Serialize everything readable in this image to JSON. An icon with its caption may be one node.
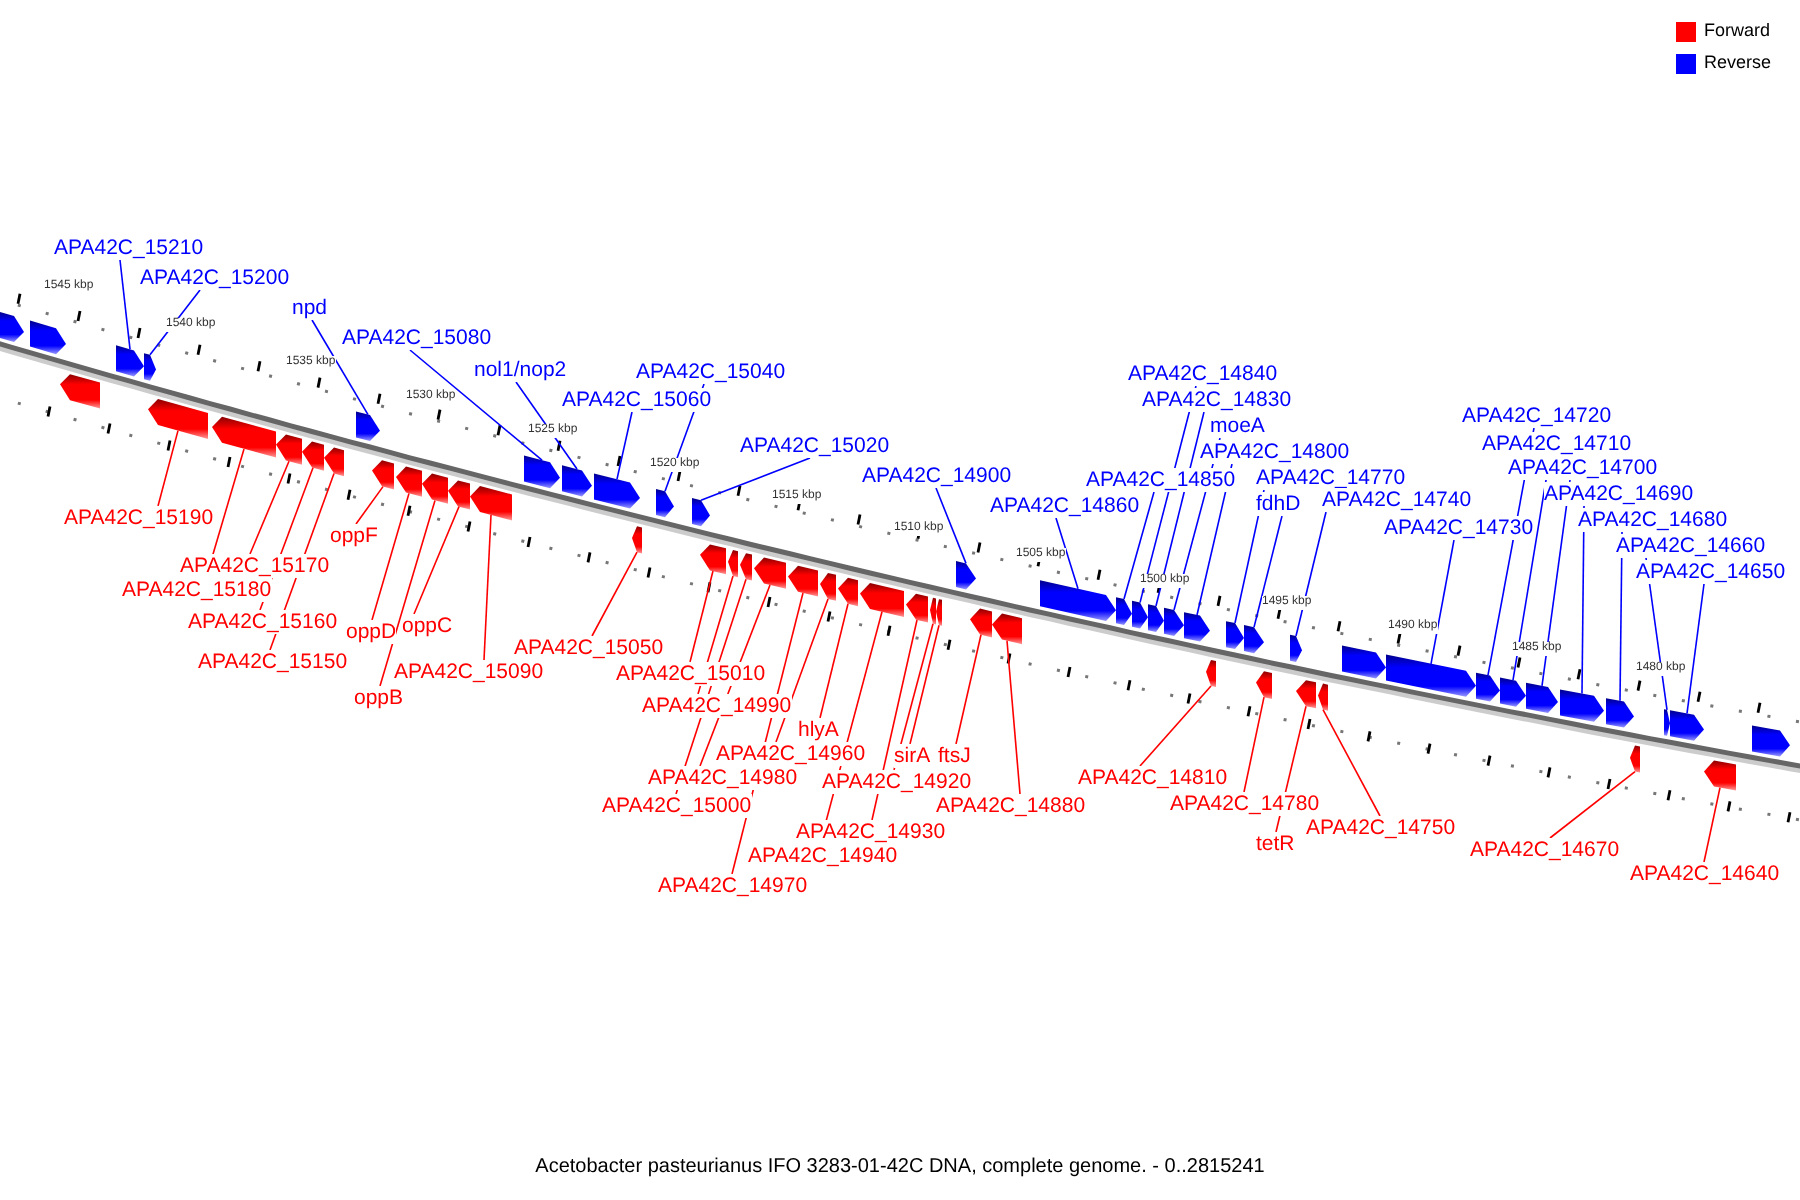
{
  "diagram": {
    "caption": "Acetobacter pasteurianus IFO 3283-01-42C DNA, complete genome. - 0..2815241",
    "nodes": [
      {
        "text": [
          "APA42C_15210"
        ]
      },
      {
        "text": [
          "APA42C_15200"
        ]
      },
      {
        "text": [
          "npd"
        ]
      },
      {
        "text": [
          "APA42C_15080"
        ]
      },
      {
        "text": [
          "nol1/nop2"
        ]
      },
      {
        "text": [
          "APA42C_15060"
        ]
      },
      {
        "text": [
          "APA42C_15040"
        ]
      },
      {
        "text": [
          "APA42C_15020"
        ]
      },
      {
        "text": [
          "APA42C_14900"
        ]
      },
      {
        "text": [
          "APA42C_14860"
        ]
      },
      {
        "text": [
          "APA42C_14840"
        ]
      },
      {
        "text": [
          "APA42C_14830"
        ]
      },
      {
        "text": [
          "moeA"
        ]
      },
      {
        "text": [
          "APA42C_14800"
        ]
      },
      {
        "text": [
          "APA42C_14850"
        ]
      },
      {
        "text": [
          "APA42C_14770"
        ]
      },
      {
        "text": [
          "fdhD"
        ]
      },
      {
        "text": [
          "APA42C_14740"
        ]
      },
      {
        "text": [
          "APA42C_14730"
        ]
      },
      {
        "text": [
          "APA42C_14720"
        ]
      },
      {
        "text": [
          "APA42C_14710"
        ]
      },
      {
        "text": [
          "APA42C_14700"
        ]
      },
      {
        "text": [
          "APA42C_14690"
        ]
      },
      {
        "text": [
          "APA42C_14680"
        ]
      },
      {
        "text": [
          "APA42C_14660"
        ]
      },
      {
        "text": [
          "APA42C_14650"
        ]
      },
      {
        "text": [
          "APA42C_15190"
        ]
      },
      {
        "text": [
          "APA42C_15170"
        ]
      },
      {
        "text": [
          "APA42C_15180"
        ]
      },
      {
        "text": [
          "APA42C_15160"
        ]
      },
      {
        "text": [
          "APA42C_15150"
        ]
      },
      {
        "text": [
          "oppF"
        ]
      },
      {
        "text": [
          "oppD"
        ]
      },
      {
        "text": [
          "oppB"
        ]
      },
      {
        "text": [
          "oppC"
        ]
      },
      {
        "text": [
          "APA42C_15090"
        ]
      },
      {
        "text": [
          "APA42C_15050"
        ]
      },
      {
        "text": [
          "APA42C_15010"
        ]
      },
      {
        "text": [
          "APA42C_14990"
        ]
      },
      {
        "text": [
          "APA42C_14980"
        ]
      },
      {
        "text": [
          "APA42C_15000"
        ]
      },
      {
        "text": [
          "APA42C_14970"
        ]
      },
      {
        "text": [
          "APA42C_14960"
        ]
      },
      {
        "text": [
          "hlyA"
        ]
      },
      {
        "text": [
          "APA42C_14940"
        ]
      },
      {
        "text": [
          "APA42C_14930"
        ]
      },
      {
        "text": [
          "APA42C_14920"
        ]
      },
      {
        "text": [
          "sirA"
        ]
      },
      {
        "text": [
          "ftsJ"
        ]
      },
      {
        "text": [
          "APA42C_14880"
        ]
      },
      {
        "text": [
          "APA42C_14810"
        ]
      },
      {
        "text": [
          "APA42C_14780"
        ]
      },
      {
        "text": [
          "tetR"
        ]
      },
      {
        "text": [
          "APA42C_14750"
        ]
      },
      {
        "text": [
          "APA42C_14670"
        ]
      },
      {
        "text": [
          "APA42C_14640"
        ]
      },
      {
        "text": [],
        "shape": "pentagon"
      },
      {
        "text": [],
        "shape": "pentagon"
      },
      {
        "text": [],
        "shape": "pentagon"
      },
      {
        "text": [],
        "shape": "pentagon"
      },
      {
        "text": [],
        "shape": "pentagon"
      },
      {
        "text": [],
        "shape": "pentagon"
      },
      {
        "text": [],
        "shape": "pentagon"
      },
      {
        "text": [],
        "shape": "pentagon"
      },
      {
        "text": [],
        "shape": "pentagon"
      },
      {
        "text": [],
        "shape": "pentagon"
      },
      {
        "text": [],
        "shape": "pentagon"
      },
      {
        "text": [],
        "shape": "pentagon"
      },
      {
        "text": [],
        "shape": "pentagon"
      },
      {
        "text": [],
        "shape": "pentagon"
      },
      {
        "text": [],
        "shape": "pentagon"
      },
      {
        "text": [],
        "shape": "pentagon"
      },
      {
        "text": [],
        "shape": "pentagon"
      },
      {
        "text": [],
        "shape": "pentagon"
      },
      {
        "text": [],
        "shape": "pentagon"
      },
      {
        "text": [],
        "shape": "pentagon"
      },
      {
        "text": [],
        "shape": "pentagon"
      },
      {
        "text": [],
        "shape": "pentagon"
      },
      {
        "text": [],
        "shape": "pentagon"
      },
      {
        "text": [],
        "shape": "pentagon"
      },
      {
        "text": [],
        "shape": "pentagon"
      },
      {
        "text": [],
        "shape": "pentagon"
      },
      {
        "text": [],
        "shape": "pentagon"
      },
      {
        "text": [],
        "shape": "pentagon"
      },
      {
        "text": [],
        "shape": "pentagon"
      },
      {
        "text": [],
        "shape": "pentagon"
      },
      {
        "text": [],
        "shape": "pentagon"
      },
      {
        "text": [],
        "shape": "pentagon"
      },
      {
        "text": [],
        "shape": "pentagon"
      },
      {
        "text": [],
        "shape": "pentagon"
      },
      {
        "text": [],
        "shape": "pentagon"
      },
      {
        "text": [],
        "shape": "pentagon"
      },
      {
        "text": [],
        "shape": "pentagon"
      },
      {
        "text": [],
        "shape": "pentagon"
      },
      {
        "text": [],
        "shape": "pentagon"
      },
      {
        "text": [],
        "shape": "pentagon"
      },
      {
        "text": [],
        "shape": "pentagon"
      },
      {
        "text": [],
        "shape": "pentagon"
      },
      {
        "text": [],
        "shape": "pentagon"
      },
      {
        "text": [],
        "shape": "pentagon"
      },
      {
        "text": [],
        "shape": "pentagon"
      },
      {
        "text": [],
        "shape": "pentagon"
      },
      {
        "text": [],
        "shape": "pentagon"
      },
      {
        "text": [],
        "shape": "pentagon"
      },
      {
        "text": [],
        "shape": "pentagon"
      },
      {
        "text": [],
        "shape": "pentagon"
      },
      {
        "text": [],
        "shape": "pentagon"
      },
      {
        "text": [],
        "shape": "pentagon"
      },
      {
        "text": [],
        "shape": "pentagon"
      },
      {
        "text": [],
        "shape": "pentagon"
      },
      {
        "text": [],
        "shape": "pentagon"
      },
      {
        "text": [],
        "shape": "pentagon"
      },
      {
        "text": [],
        "shape": "pentagon"
      },
      {
        "text": [],
        "shape": "pentagon"
      },
      {
        "text": [],
        "shape": "pentagon"
      },
      {
        "text": [],
        "shape": "pentagon"
      },
      {
        "text": [],
        "shape": "pentagon"
      }
    ],
    "edges": [
      {
        "from": 0,
        "to": 59,
        "arrow": "none",
        "color": "#0000ff"
      },
      {
        "from": 1,
        "to": 60,
        "arrow": "none",
        "color": "#0000ff"
      },
      {
        "from": 2,
        "to": 66,
        "arrow": "none",
        "color": "#0000ff"
      },
      {
        "from": 3,
        "to": 72,
        "arrow": "none",
        "color": "#0000ff"
      },
      {
        "from": 4,
        "to": 73,
        "arrow": "none",
        "color": "#0000ff"
      },
      {
        "from": 5,
        "to": 74,
        "arrow": "none",
        "color": "#0000ff"
      },
      {
        "from": 6,
        "to": 76,
        "arrow": "none",
        "color": "#0000ff"
      },
      {
        "from": 7,
        "to": 77,
        "arrow": "none",
        "color": "#0000ff"
      },
      {
        "from": 8,
        "to": 89,
        "arrow": "none",
        "color": "#0000ff"
      },
      {
        "from": 9,
        "to": 92,
        "arrow": "none",
        "color": "#0000ff"
      },
      {
        "from": 10,
        "to": 94,
        "arrow": "none",
        "color": "#0000ff"
      },
      {
        "from": 11,
        "to": 95,
        "arrow": "none",
        "color": "#0000ff"
      },
      {
        "from": 12,
        "to": 96,
        "arrow": "none",
        "color": "#0000ff"
      },
      {
        "from": 13,
        "to": 97,
        "arrow": "none",
        "color": "#0000ff"
      },
      {
        "from": 14,
        "to": 93,
        "arrow": "none",
        "color": "#0000ff"
      },
      {
        "from": 15,
        "to": 99,
        "arrow": "none",
        "color": "#0000ff"
      },
      {
        "from": 16,
        "to": 100,
        "arrow": "none",
        "color": "#0000ff"
      },
      {
        "from": 17,
        "to": 102,
        "arrow": "none",
        "color": "#0000ff"
      },
      {
        "from": 18,
        "to": 106,
        "arrow": "none",
        "color": "#0000ff"
      },
      {
        "from": 19,
        "to": 107,
        "arrow": "none",
        "color": "#0000ff"
      },
      {
        "from": 20,
        "to": 108,
        "arrow": "none",
        "color": "#0000ff"
      },
      {
        "from": 21,
        "to": 109,
        "arrow": "none",
        "color": "#0000ff"
      },
      {
        "from": 22,
        "to": 110,
        "arrow": "none",
        "color": "#0000ff"
      },
      {
        "from": 23,
        "to": 111,
        "arrow": "none",
        "color": "#0000ff"
      },
      {
        "from": 24,
        "to": 113,
        "arrow": "none",
        "color": "#0000ff"
      },
      {
        "from": 25,
        "to": 114,
        "arrow": "none",
        "color": "#0000ff"
      },
      {
        "from": 26,
        "to": 61,
        "arrow": "none"
      },
      {
        "from": 27,
        "to": 63,
        "arrow": "none"
      },
      {
        "from": 28,
        "to": 62,
        "arrow": "none"
      },
      {
        "from": 29,
        "to": 64,
        "arrow": "none"
      },
      {
        "from": 30,
        "to": 65,
        "arrow": "none"
      },
      {
        "from": 31,
        "to": 67,
        "arrow": "none"
      },
      {
        "from": 32,
        "to": 68,
        "arrow": "none"
      },
      {
        "from": 33,
        "to": 69,
        "arrow": "none"
      },
      {
        "from": 34,
        "to": 70,
        "arrow": "none"
      },
      {
        "from": 35,
        "to": 71,
        "arrow": "none"
      },
      {
        "from": 36,
        "to": 75,
        "arrow": "none"
      },
      {
        "from": 37,
        "to": 78,
        "arrow": "none"
      },
      {
        "from": 38,
        "to": 79,
        "arrow": "none"
      },
      {
        "from": 39,
        "to": 81,
        "arrow": "none"
      },
      {
        "from": 40,
        "to": 80,
        "arrow": "none"
      },
      {
        "from": 41,
        "to": 82,
        "arrow": "none"
      },
      {
        "from": 42,
        "to": 83,
        "arrow": "none"
      },
      {
        "from": 43,
        "to": 84,
        "arrow": "none"
      },
      {
        "from": 44,
        "to": 85,
        "arrow": "none"
      },
      {
        "from": 45,
        "to": 86,
        "arrow": "none"
      },
      {
        "from": 46,
        "to": 87,
        "arrow": "none"
      },
      {
        "from": 47,
        "to": 88,
        "arrow": "none"
      },
      {
        "from": 48,
        "to": 90,
        "arrow": "none"
      },
      {
        "from": 49,
        "to": 91,
        "arrow": "none"
      },
      {
        "from": 50,
        "to": 98,
        "arrow": "none"
      },
      {
        "from": 51,
        "to": 101,
        "arrow": "none"
      },
      {
        "from": 52,
        "to": 103,
        "arrow": "none"
      },
      {
        "from": 53,
        "to": 104,
        "arrow": "none"
      },
      {
        "from": 54,
        "to": 112,
        "arrow": "none"
      },
      {
        "from": 55,
        "to": 115,
        "arrow": "none"
      }
    ],
    "labels": [
      "1545 kbp",
      "1540 kbp",
      "1535 kbp",
      "1530 kbp",
      "1525 kbp",
      "1520 kbp",
      "1515 kbp",
      "1510 kbp",
      "1505 kbp",
      "1500 kbp",
      "1495 kbp",
      "1490 kbp",
      "1485 kbp",
      "1480 kbp"
    ],
    "legend": [
      {
        "text": "Forward",
        "color": "#ff0000"
      },
      {
        "text": "Reverse",
        "color": "#0000ff"
      }
    ]
  }
}
